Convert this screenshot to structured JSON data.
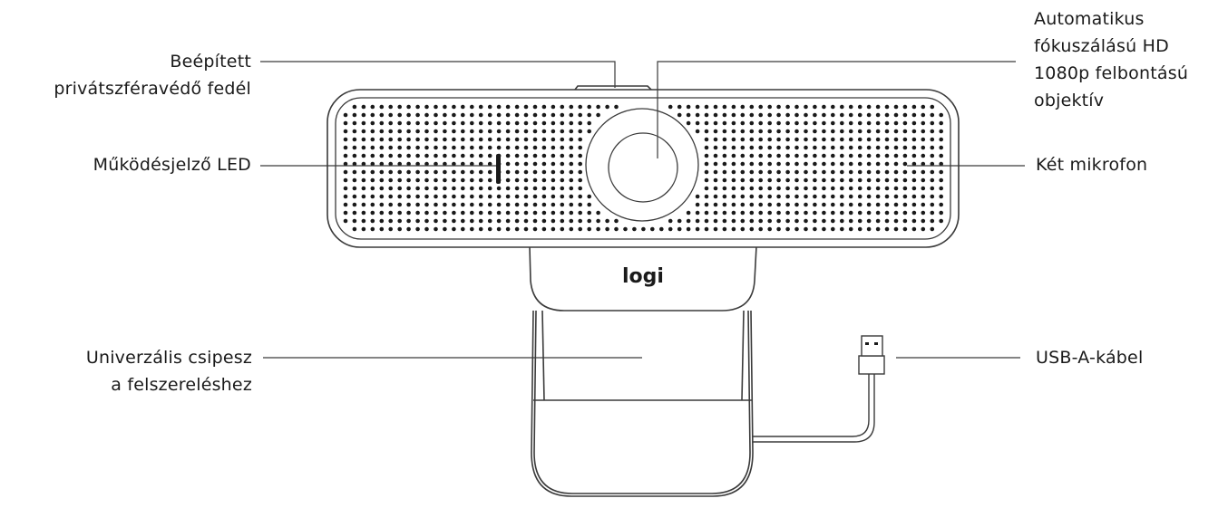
{
  "diagram": {
    "subject": "Logitech webcam front view",
    "logo_text": "logi",
    "line_color": "#3a3a3a",
    "dot_color": "#1a1a1a",
    "background": "#ffffff"
  },
  "callouts": {
    "privacy_cover": {
      "lines": [
        "Beépített",
        "privátszféravédő fedél"
      ]
    },
    "status_led": {
      "lines": [
        "Működésjelző LED"
      ]
    },
    "universal_clip": {
      "lines": [
        "Univerzális csipesz",
        "a felszereléshez"
      ]
    },
    "lens": {
      "lines": [
        "Automatikus",
        "fókuszálású HD",
        "1080p felbontású",
        "objektív"
      ]
    },
    "microphones": {
      "lines": [
        "Két mikrofon"
      ]
    },
    "usb_cable": {
      "lines": [
        "USB-A-kábel"
      ]
    }
  }
}
